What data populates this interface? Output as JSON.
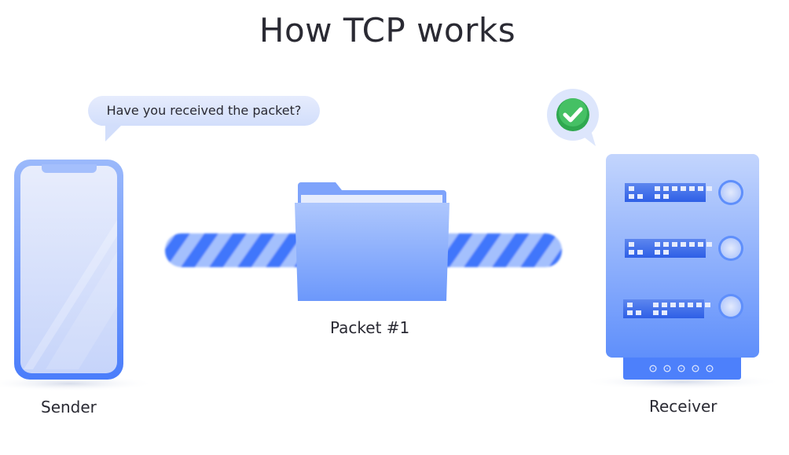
{
  "title": "How TCP works",
  "sender": {
    "bubble_text": "Have you received the packet?",
    "label": "Sender",
    "icon": "smartphone-icon"
  },
  "packet": {
    "label": "Packet #1",
    "icon": "folder-icon"
  },
  "receiver": {
    "label": "Receiver",
    "icon": "server-icon",
    "status_icon": "checkmark-icon"
  },
  "colors": {
    "accent": "#4a7dfb",
    "light": "#c4d4fb",
    "check": "#2fa84f"
  }
}
